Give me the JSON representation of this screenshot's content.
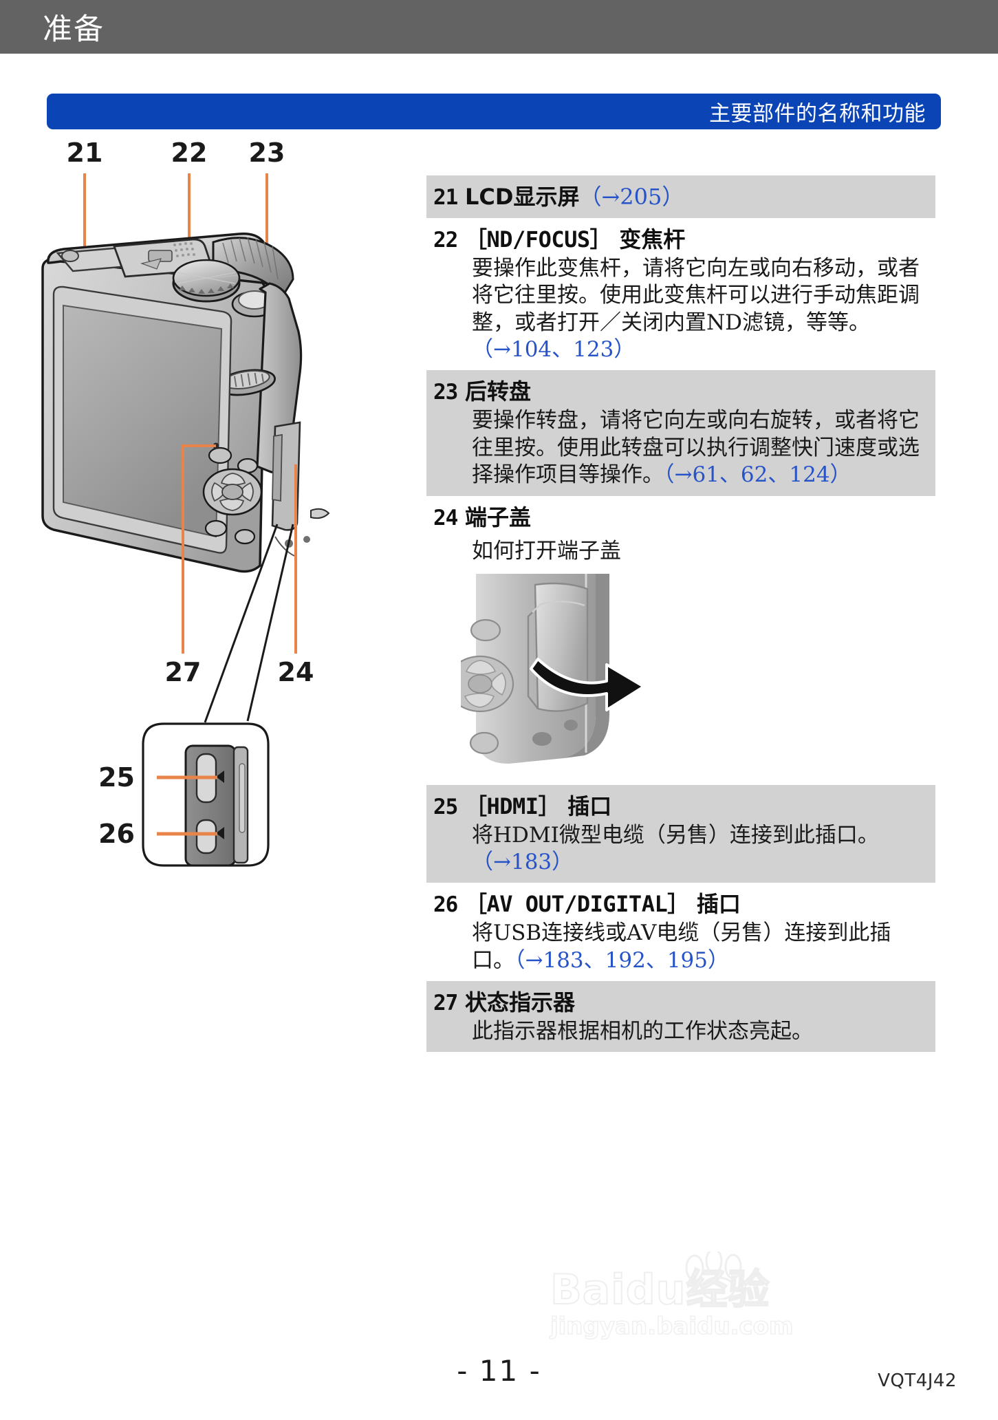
{
  "header": {
    "chapter_title": "准备"
  },
  "banner": {
    "label": "主要部件的名称和功能"
  },
  "figure": {
    "callouts": [
      {
        "id": "21",
        "label": "21"
      },
      {
        "id": "22",
        "label": "22"
      },
      {
        "id": "23",
        "label": "23"
      },
      {
        "id": "27",
        "label": "27"
      },
      {
        "id": "24",
        "label": "24"
      },
      {
        "id": "25",
        "label": "25"
      },
      {
        "id": "26",
        "label": "26"
      }
    ],
    "caption_alt": "数码相机背面与端子盖详图"
  },
  "spec_list": [
    {
      "num": "21",
      "title": "LCD显示屏",
      "title_ref": "（→205）",
      "shaded": true,
      "body": "",
      "subtitle": ""
    },
    {
      "num": "22",
      "title_mono": "［ND/FOCUS］",
      "title": "变焦杆",
      "title_ref": "",
      "shaded": false,
      "body": "要操作此变焦杆，请将它向左或向右移动，或者将它往里按。使用此变焦杆可以进行手动焦距调整，或者打开／关闭内置ND滤镜，等等。",
      "body_ref": "（→104、123）"
    },
    {
      "num": "23",
      "title": "后转盘",
      "title_ref": "",
      "shaded": true,
      "body": "要操作转盘，请将它向左或向右旋转，或者将它往里按。使用此转盘可以执行调整快门速度或选择操作项目等操作。",
      "body_ref": "（→61、62、124）"
    },
    {
      "num": "24",
      "title": "端子盖",
      "title_ref": "",
      "shaded": false,
      "subtitle": "如何打开端子盖",
      "body": "",
      "has_figure": true
    },
    {
      "num": "25",
      "title_mono": "［HDMI］",
      "title": "插口",
      "title_ref": "",
      "shaded": true,
      "body": "将HDMI微型电缆（另售）连接到此插口。",
      "body_ref": "（→183）"
    },
    {
      "num": "26",
      "title_mono": "［AV OUT/DIGITAL］",
      "title": "插口",
      "title_ref": "",
      "shaded": false,
      "body": "将USB连接线或AV电缆（另售）连接到此插口。",
      "body_ref": "（→183、192、195）"
    },
    {
      "num": "27",
      "title": "状态指示器",
      "title_ref": "",
      "shaded": true,
      "body": "此指示器根据相机的工作状态亮起。",
      "body_ref": ""
    }
  ],
  "footer": {
    "page_number": "- 11 -",
    "doc_code": "VQT4J42"
  },
  "watermark": {
    "main": "Baidu经验",
    "sub": "jingyan.baidu.com"
  },
  "colors": {
    "header_bar": "#636363",
    "banner_blue": "#0b44b5",
    "shaded_row": "#d2d2d2",
    "reference_link": "#2753c8",
    "callout_line": "#e8834a"
  }
}
